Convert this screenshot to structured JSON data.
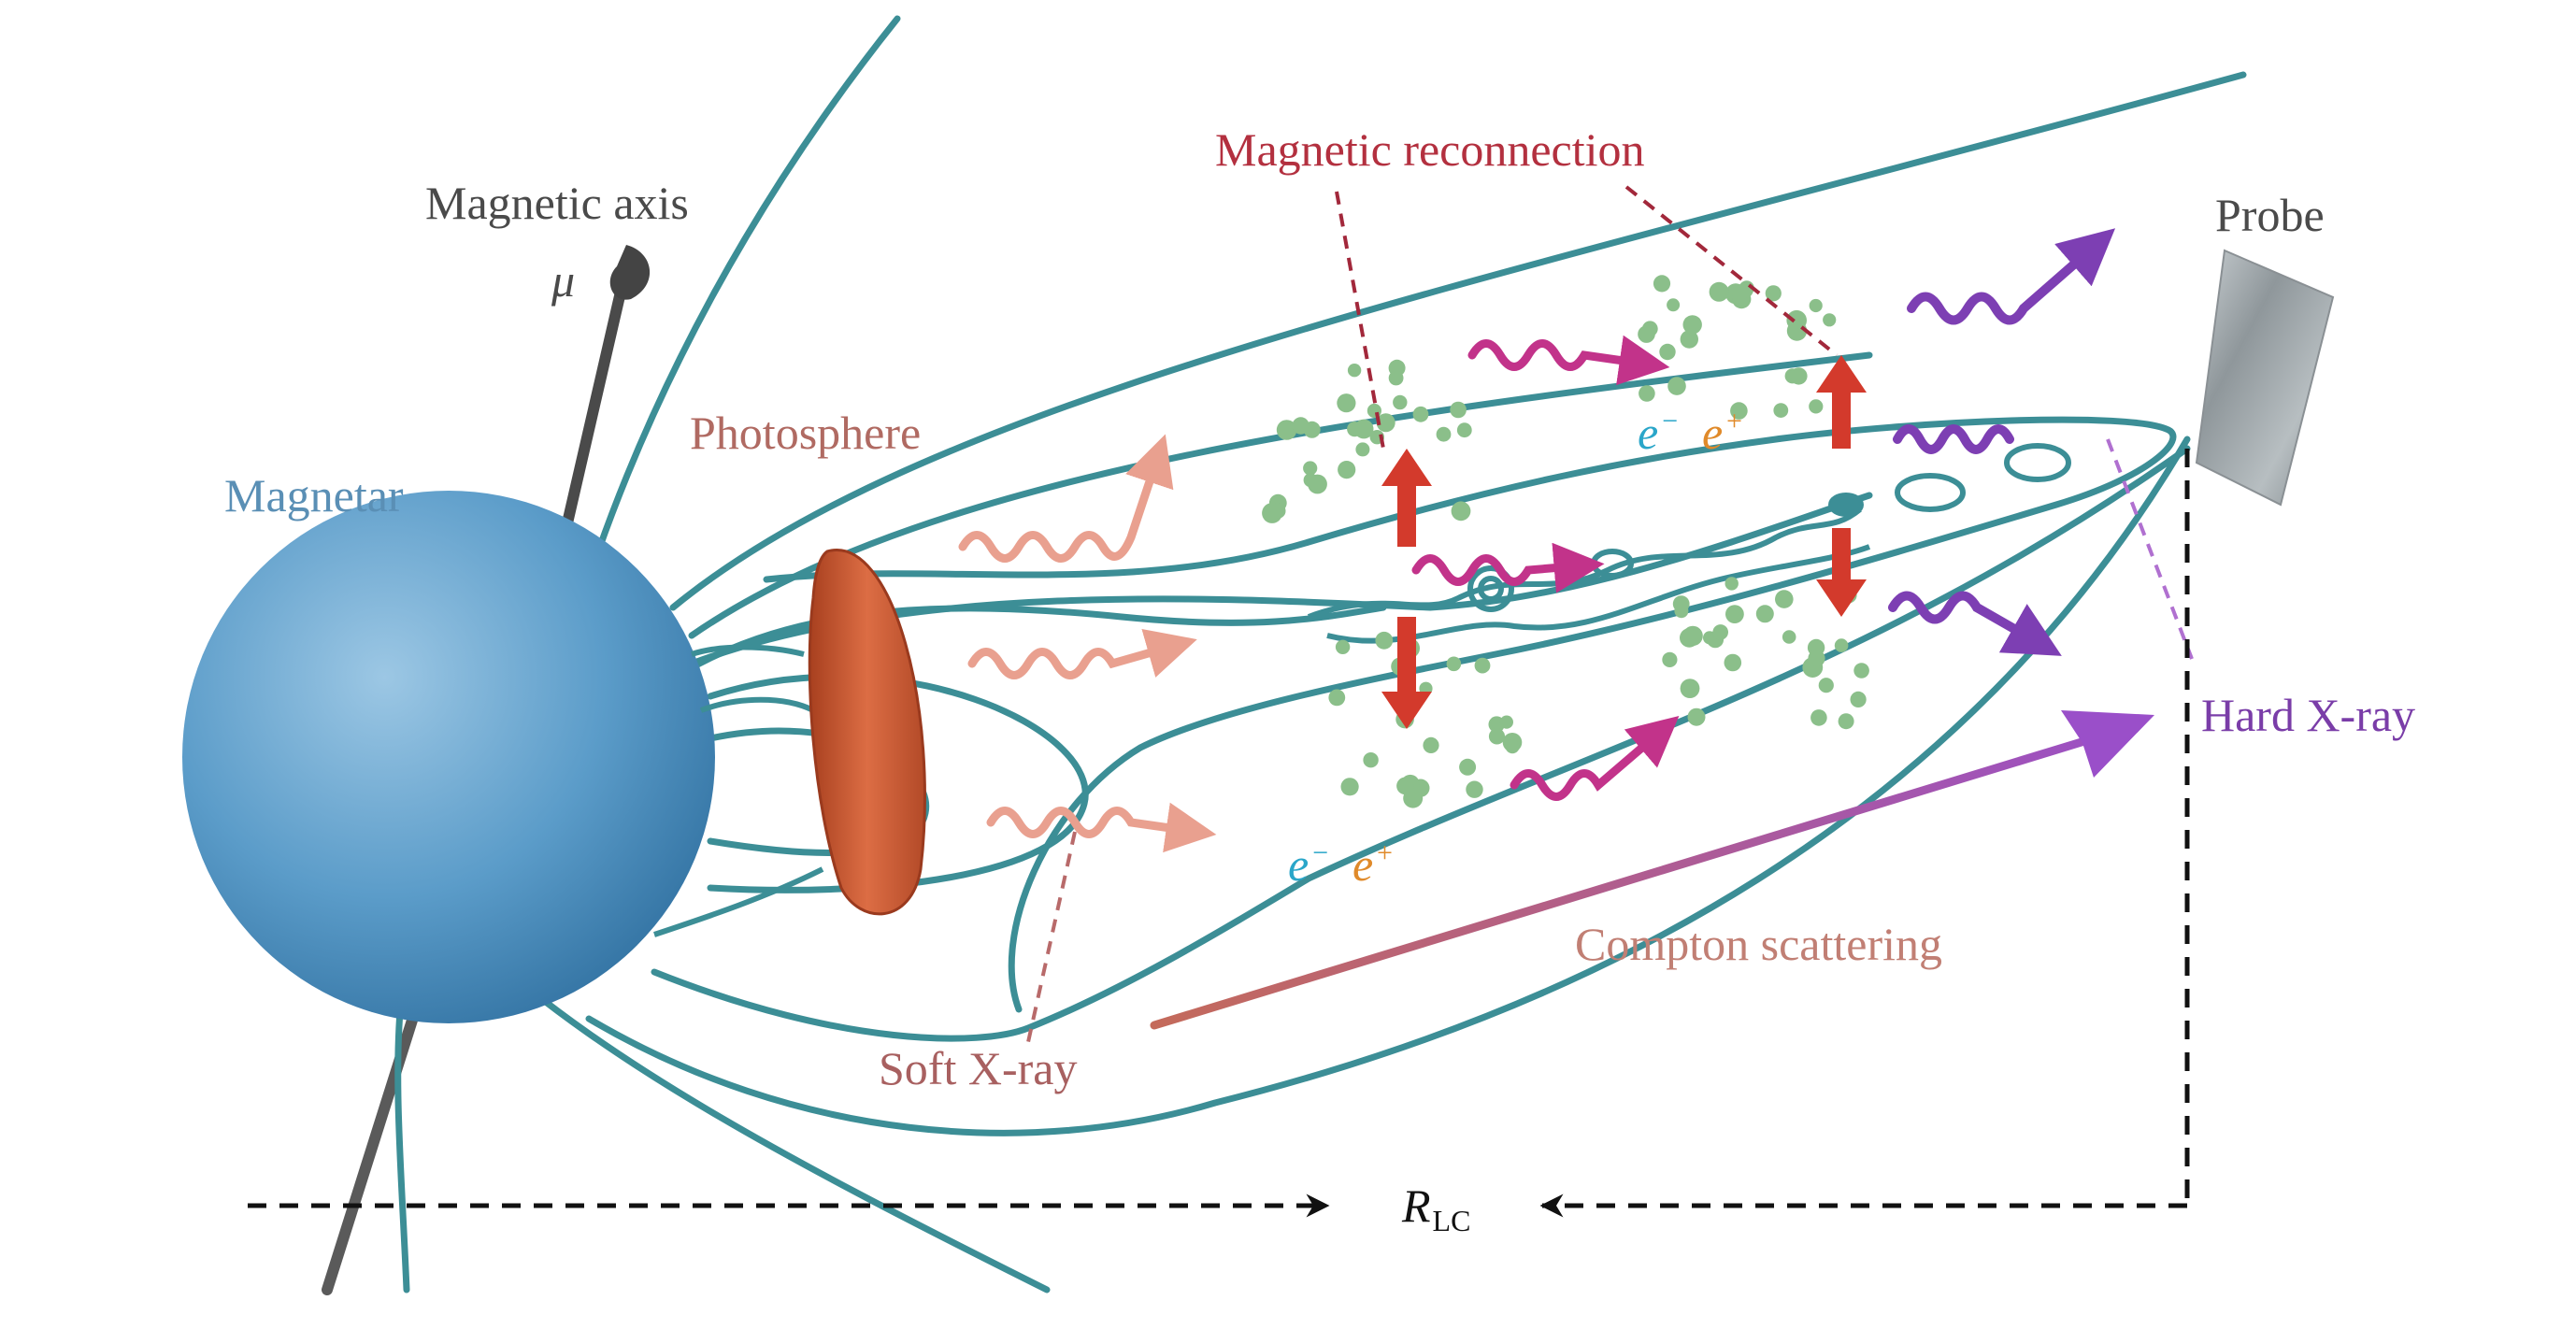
{
  "labels": {
    "magnetic_axis": "Magnetic axis",
    "mu": "μ",
    "magnetar": "Magnetar",
    "photosphere": "Photosphere",
    "magnetic_reconnection": "Magnetic reconnection",
    "probe": "Probe",
    "hard_xray": "Hard X-ray",
    "compton_scattering": "Compton scattering",
    "soft_xray": "Soft X-ray",
    "r_lc_main": "R",
    "r_lc_sub": "LC",
    "electron": "e",
    "positron": "e",
    "minus": "−",
    "plus": "+"
  },
  "colors": {
    "magnetar": "#5b9cc9",
    "field_lines": "#3c8e96",
    "photosphere": "#c75b38",
    "reconnection_arrows": "#d33a2c",
    "particles": "#8bbf8a",
    "soft_xray": "#e9a08f",
    "hard_xray": "#7d3fb3",
    "compton_arrow_start": "#c46a5a",
    "compton_arrow_end": "#9a4fc9",
    "label_gray": "#4a4a4a",
    "label_red": "#b3303f",
    "label_rose": "#a86060",
    "label_blue": "#5a8fb5",
    "label_purple": "#7a3da8",
    "electron": "#2aa6c9",
    "positron": "#e08a2a"
  }
}
